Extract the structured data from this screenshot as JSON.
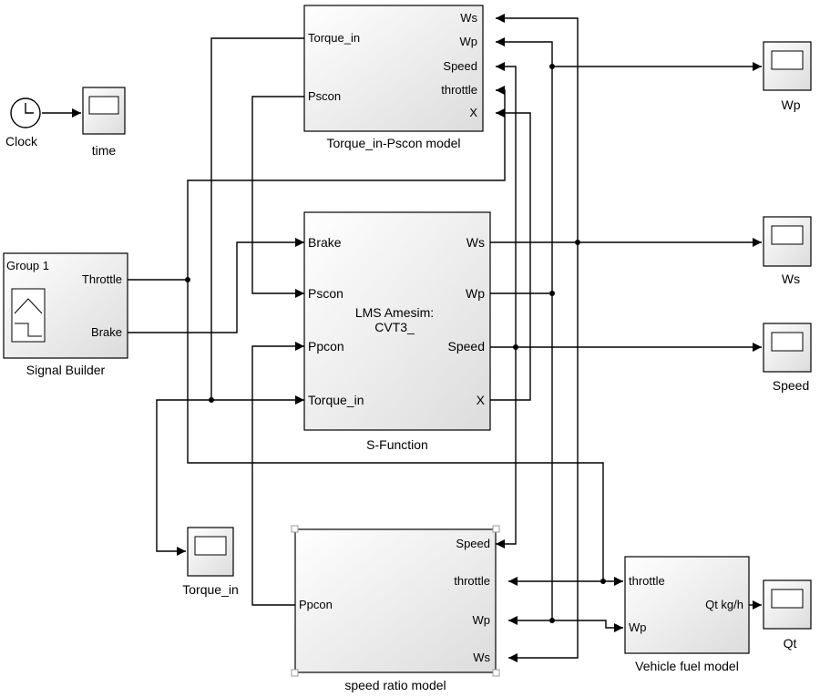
{
  "clock": {
    "label": "Clock"
  },
  "time_scope": {
    "label": "time"
  },
  "signal_builder": {
    "group": "Group 1",
    "out_throttle": "Throttle",
    "out_brake": "Brake",
    "label": "Signal Builder"
  },
  "torque_model": {
    "label": "Torque_in-Pscon model",
    "in_torque": "Torque_in",
    "in_pscon": "Pscon",
    "in_ws": "Ws",
    "in_wp": "Wp",
    "in_speed": "Speed",
    "in_throttle": "throttle",
    "in_x": "X"
  },
  "sfunction": {
    "label": "S-Function",
    "title_line1": "LMS Amesim:",
    "title_line2": "CVT3_",
    "in_brake": "Brake",
    "in_pscon": "Pscon",
    "in_ppcon": "Ppcon",
    "in_torque": "Torque_in",
    "out_ws": "Ws",
    "out_wp": "Wp",
    "out_speed": "Speed",
    "out_x": "X"
  },
  "speed_ratio": {
    "label": "speed ratio model",
    "in_speed": "Speed",
    "in_throttle": "throttle",
    "in_wp": "Wp",
    "in_ws": "Ws",
    "out_ppcon": "Ppcon"
  },
  "fuel_model": {
    "label": "Vehicle fuel model",
    "in_throttle": "throttle",
    "in_wp": "Wp",
    "out_qt": "Qt kg/h"
  },
  "scopes": {
    "wp": "Wp",
    "ws": "Ws",
    "speed": "Speed",
    "torque": "Torque_in",
    "qt": "Qt"
  }
}
